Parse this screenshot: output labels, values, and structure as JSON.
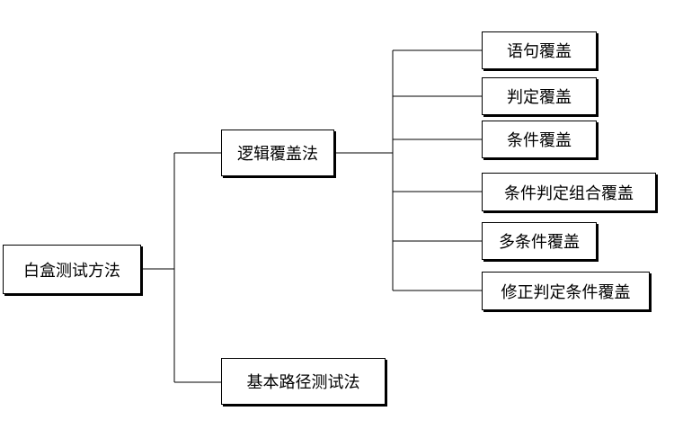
{
  "root": {
    "label": "白盒测试方法"
  },
  "branches": [
    {
      "label": "逻辑覆盖法",
      "children": [
        {
          "label": "语句覆盖"
        },
        {
          "label": "判定覆盖"
        },
        {
          "label": "条件覆盖"
        },
        {
          "label": "条件判定组合覆盖"
        },
        {
          "label": "多条件覆盖"
        },
        {
          "label": "修正判定条件覆盖"
        }
      ]
    },
    {
      "label": "基本路径测试法"
    }
  ]
}
